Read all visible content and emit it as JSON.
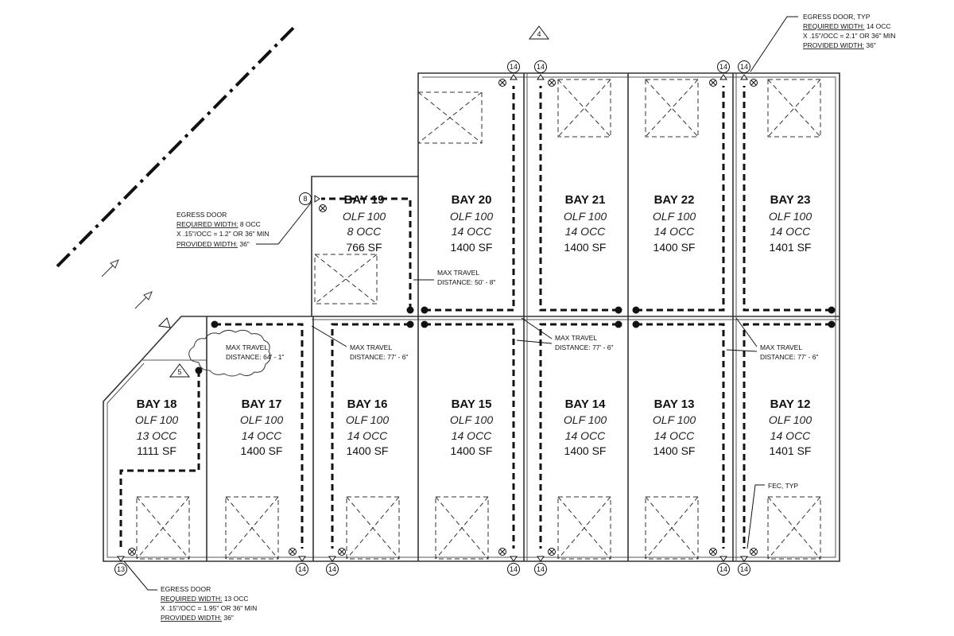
{
  "bays": [
    {
      "id": "bay-19",
      "name": "BAY 19",
      "olf": "OLF 100",
      "occ": "8 OCC",
      "sf": "766 SF"
    },
    {
      "id": "bay-20",
      "name": "BAY 20",
      "olf": "OLF 100",
      "occ": "14 OCC",
      "sf": "1400 SF"
    },
    {
      "id": "bay-21",
      "name": "BAY 21",
      "olf": "OLF 100",
      "occ": "14 OCC",
      "sf": "1400 SF"
    },
    {
      "id": "bay-22",
      "name": "BAY 22",
      "olf": "OLF 100",
      "occ": "14 OCC",
      "sf": "1400 SF"
    },
    {
      "id": "bay-23",
      "name": "BAY 23",
      "olf": "OLF 100",
      "occ": "14 OCC",
      "sf": "1401 SF"
    },
    {
      "id": "bay-18",
      "name": "BAY 18",
      "olf": "OLF 100",
      "occ": "13 OCC",
      "sf": "1111 SF"
    },
    {
      "id": "bay-17",
      "name": "BAY 17",
      "olf": "OLF 100",
      "occ": "14 OCC",
      "sf": "1400 SF"
    },
    {
      "id": "bay-16",
      "name": "BAY 16",
      "olf": "OLF 100",
      "occ": "14 OCC",
      "sf": "1400 SF"
    },
    {
      "id": "bay-15",
      "name": "BAY 15",
      "olf": "OLF 100",
      "occ": "14 OCC",
      "sf": "1400 SF"
    },
    {
      "id": "bay-14",
      "name": "BAY 14",
      "olf": "OLF 100",
      "occ": "14 OCC",
      "sf": "1400 SF"
    },
    {
      "id": "bay-13",
      "name": "BAY 13",
      "olf": "OLF 100",
      "occ": "14 OCC",
      "sf": "1400 SF"
    },
    {
      "id": "bay-12",
      "name": "BAY 12",
      "olf": "OLF 100",
      "occ": "14 OCC",
      "sf": "1401 SF"
    }
  ],
  "egress_top": {
    "title": "EGRESS DOOR, TYP",
    "required": "REQUIRED WIDTH:",
    "required_val": " 14 OCC",
    "calc": "X .15\"/OCC = 2.1\" OR 36\" MIN",
    "provided": "PROVIDED WIDTH:",
    "provided_val": " 36\""
  },
  "egress_left": {
    "title": "EGRESS DOOR",
    "required": "REQUIRED WIDTH:",
    "required_val": " 8 OCC",
    "calc": "X .15\"/OCC = 1.2\" OR 36\" MIN",
    "provided": "PROVIDED WIDTH:",
    "provided_val": " 36\""
  },
  "egress_bottom": {
    "title": "EGRESS DOOR",
    "required": "REQUIRED WIDTH:",
    "required_val": " 13 OCC",
    "calc": "X .15\"/OCC = 1.95\" OR 36\" MIN",
    "provided": "PROVIDED WIDTH:",
    "provided_val": " 36\""
  },
  "travel_notes": {
    "n1": {
      "l1": "MAX TRAVEL",
      "l2": "DISTANCE: 50' - 8\""
    },
    "n2": {
      "l1": "MAX TRAVEL",
      "l2": "DISTANCE: 64' - 1\""
    },
    "n3": {
      "l1": "MAX TRAVEL",
      "l2": "DISTANCE: 77' - 6\""
    },
    "n4": {
      "l1": "MAX TRAVEL",
      "l2": "DISTANCE: 77' - 6\""
    },
    "n5": {
      "l1": "MAX TRAVEL",
      "l2": "DISTANCE: 77' - 6\""
    }
  },
  "fec_label": "FEC, TYP",
  "door_tags": {
    "top": [
      "14",
      "14",
      "14",
      "14"
    ],
    "left": "8",
    "bottom": [
      "13",
      "14",
      "14",
      "14",
      "14",
      "14",
      "14"
    ]
  },
  "revision_tags": {
    "top": "4",
    "left": "5"
  }
}
